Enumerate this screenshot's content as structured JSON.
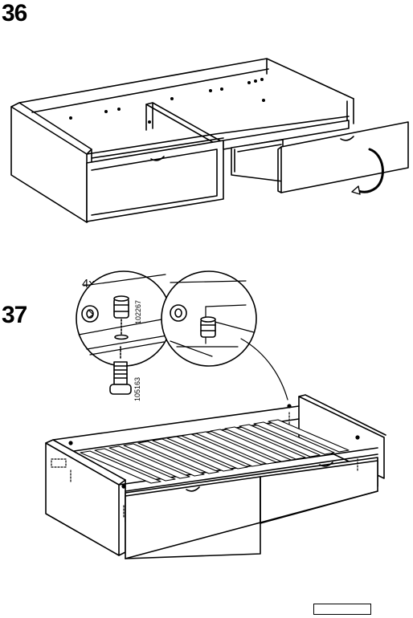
{
  "steps": [
    {
      "number": "36"
    },
    {
      "number": "37"
    }
  ],
  "detail": {
    "quantity": "4x",
    "part_numbers": [
      "102267",
      "105163"
    ]
  },
  "icons": [
    "rotate-arrow-icon",
    "dowel-icon",
    "screw-icon",
    "cam-lock-icon"
  ]
}
